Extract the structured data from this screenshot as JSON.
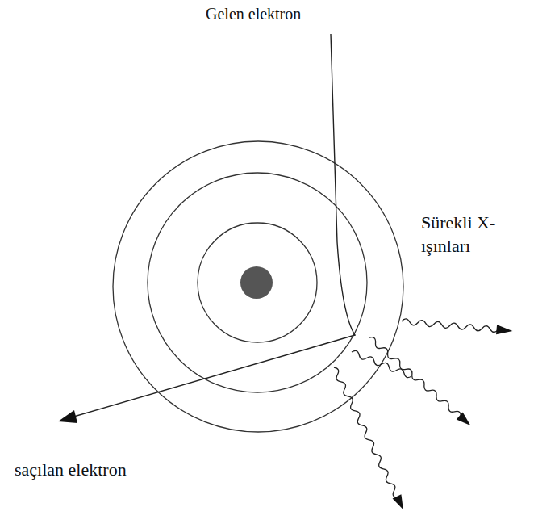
{
  "diagram": {
    "labels": [
      "Gelen elektron",
      "Sürekli X-ışınları",
      "saçılan elektron"
    ]
  }
}
